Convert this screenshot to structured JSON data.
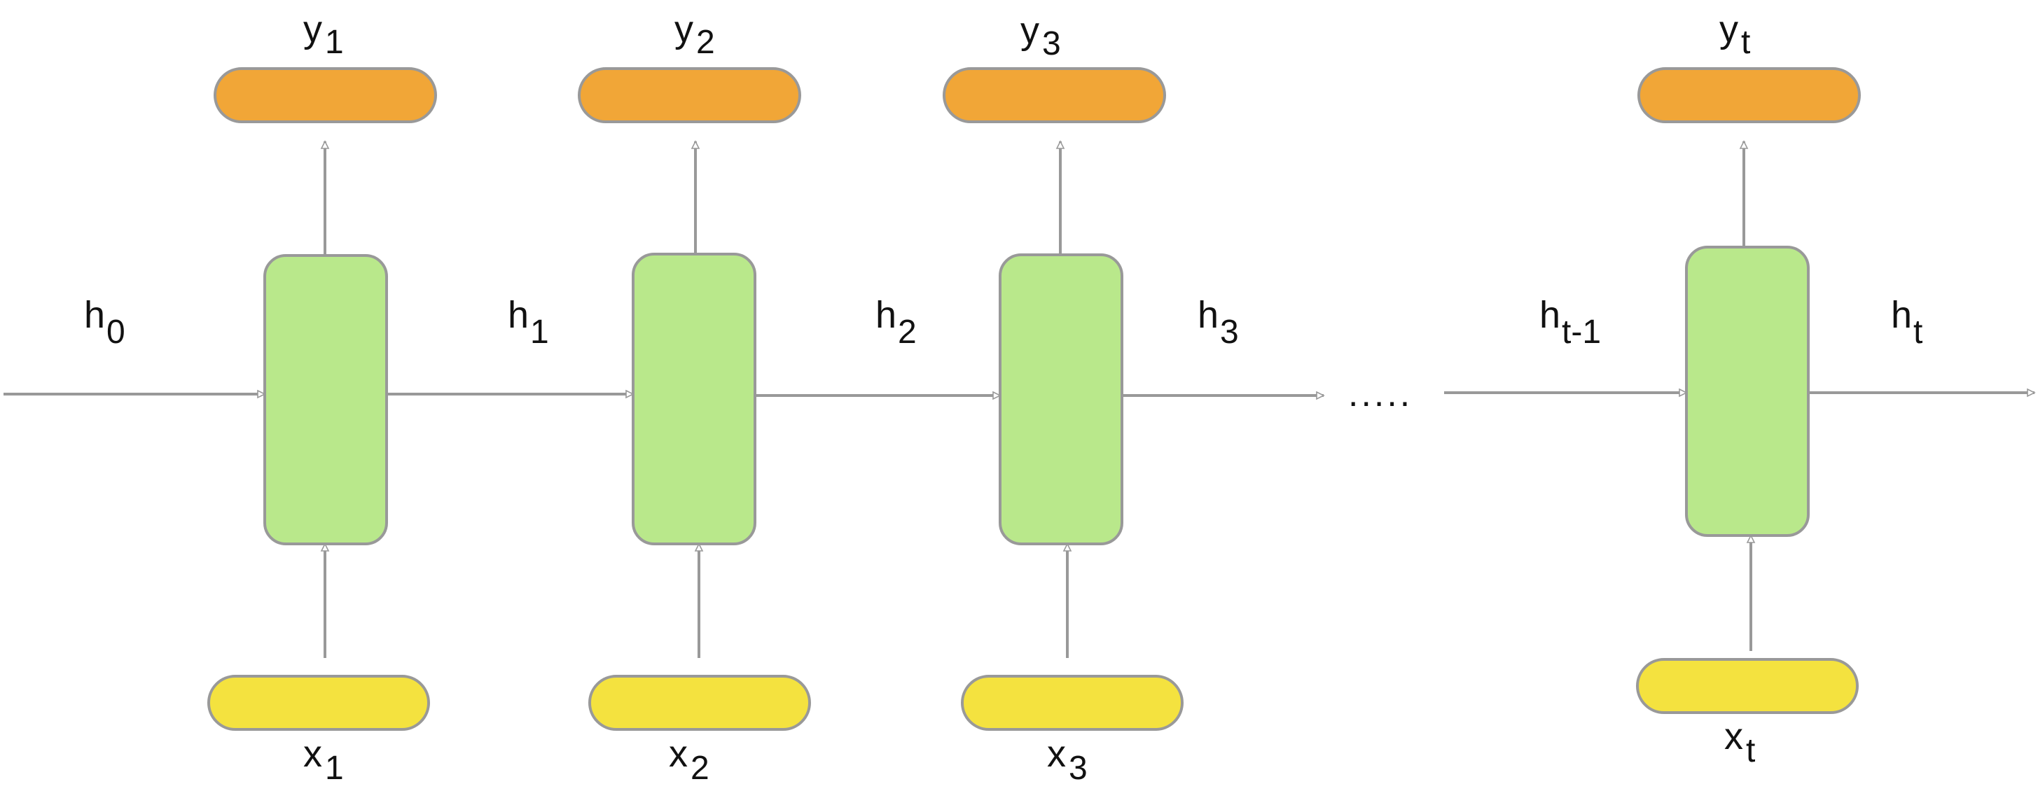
{
  "colors": {
    "cell_fill": "#b9e88b",
    "output_fill": "#f1a637",
    "input_fill": "#f4e23f",
    "stroke": "#999999",
    "text": "#111111"
  },
  "hidden_states": [
    {
      "base": "h",
      "sub": "0"
    },
    {
      "base": "h",
      "sub": "1"
    },
    {
      "base": "h",
      "sub": "2"
    },
    {
      "base": "h",
      "sub": "3"
    },
    {
      "base": "h",
      "sub": "t-1"
    },
    {
      "base": "h",
      "sub": "t"
    }
  ],
  "steps": [
    {
      "output": {
        "base": "y",
        "sub": "1"
      },
      "input": {
        "base": "x",
        "sub": "1"
      }
    },
    {
      "output": {
        "base": "y",
        "sub": "2"
      },
      "input": {
        "base": "x",
        "sub": "2"
      }
    },
    {
      "output": {
        "base": "y",
        "sub": "3"
      },
      "input": {
        "base": "x",
        "sub": "3"
      }
    },
    {
      "output": {
        "base": "y",
        "sub": "t"
      },
      "input": {
        "base": "x",
        "sub": "t"
      }
    }
  ],
  "ellipsis": "....."
}
